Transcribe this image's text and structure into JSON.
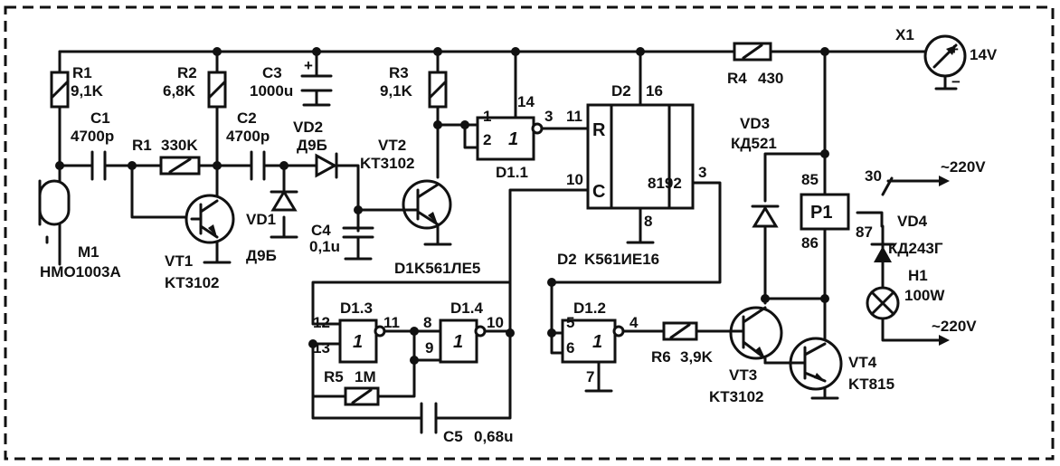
{
  "components": {
    "R1": {
      "ref": "R1",
      "value": "9,1K"
    },
    "R1b": {
      "ref": "R1",
      "value": "330K"
    },
    "R2": {
      "ref": "R2",
      "value": "6,8K"
    },
    "R3": {
      "ref": "R3",
      "value": "9,1K"
    },
    "R4": {
      "ref": "R4",
      "value": "430"
    },
    "R5": {
      "ref": "R5",
      "value": "1M"
    },
    "R6": {
      "ref": "R6",
      "value": "3,9K"
    },
    "C1": {
      "ref": "C1",
      "value": "4700p"
    },
    "C2": {
      "ref": "C2",
      "value": "4700p"
    },
    "C3": {
      "ref": "C3",
      "value": "1000u"
    },
    "C4": {
      "ref": "C4",
      "value": "0,1u"
    },
    "C5": {
      "ref": "C5",
      "value": "0,68u"
    },
    "VD1": {
      "ref": "VD1",
      "value": "Д9Б"
    },
    "VD2": {
      "ref": "VD2",
      "value": "Д9Б"
    },
    "VD3": {
      "ref": "VD3",
      "value": "КД521"
    },
    "VD4": {
      "ref": "VD4",
      "value": "КД243Г"
    },
    "VT1": {
      "ref": "VT1",
      "value": "KT3102"
    },
    "VT2": {
      "ref": "VT2",
      "value": "KT3102"
    },
    "VT3": {
      "ref": "VT3",
      "value": "KT3102"
    },
    "VT4": {
      "ref": "VT4",
      "value": "KT815"
    },
    "M1": {
      "ref": "M1",
      "value": "HMO1003A"
    },
    "D1": {
      "ref": "D1",
      "value": "K561ЛЕ5"
    },
    "D2": {
      "ref": "D2",
      "value": "K561ИЕ16"
    },
    "D1_1": "D1.1",
    "D1_2": "D1.2",
    "D1_3": "D1.3",
    "D1_4": "D1.4",
    "H1": {
      "ref": "H1",
      "value": "100W"
    },
    "P1": "P1",
    "X1": "X1"
  },
  "supply": {
    "voltage": "14V",
    "plus": "+",
    "minus": "−"
  },
  "mains": {
    "line1": "~220V",
    "line2": "~220V"
  },
  "relay_pins": {
    "a": "85",
    "b": "86",
    "c": "30",
    "d": "87"
  },
  "gate_symbol": "1",
  "d2_pins": {
    "R": "R",
    "C": "C",
    "count": "8192",
    "p11": "11",
    "p10": "10",
    "p3": "3",
    "p16": "16",
    "p8": "8"
  },
  "d11_pins": {
    "p1": "1",
    "p2": "2",
    "p3": "3",
    "p14": "14"
  },
  "d13_pins": {
    "p12": "12",
    "p13": "13",
    "p11": "11"
  },
  "d14_pins": {
    "p8": "8",
    "p9": "9",
    "p10": "10"
  },
  "d12_pins": {
    "p5": "5",
    "p6": "6",
    "p4": "4",
    "p7": "7"
  },
  "c3_plus": "+"
}
